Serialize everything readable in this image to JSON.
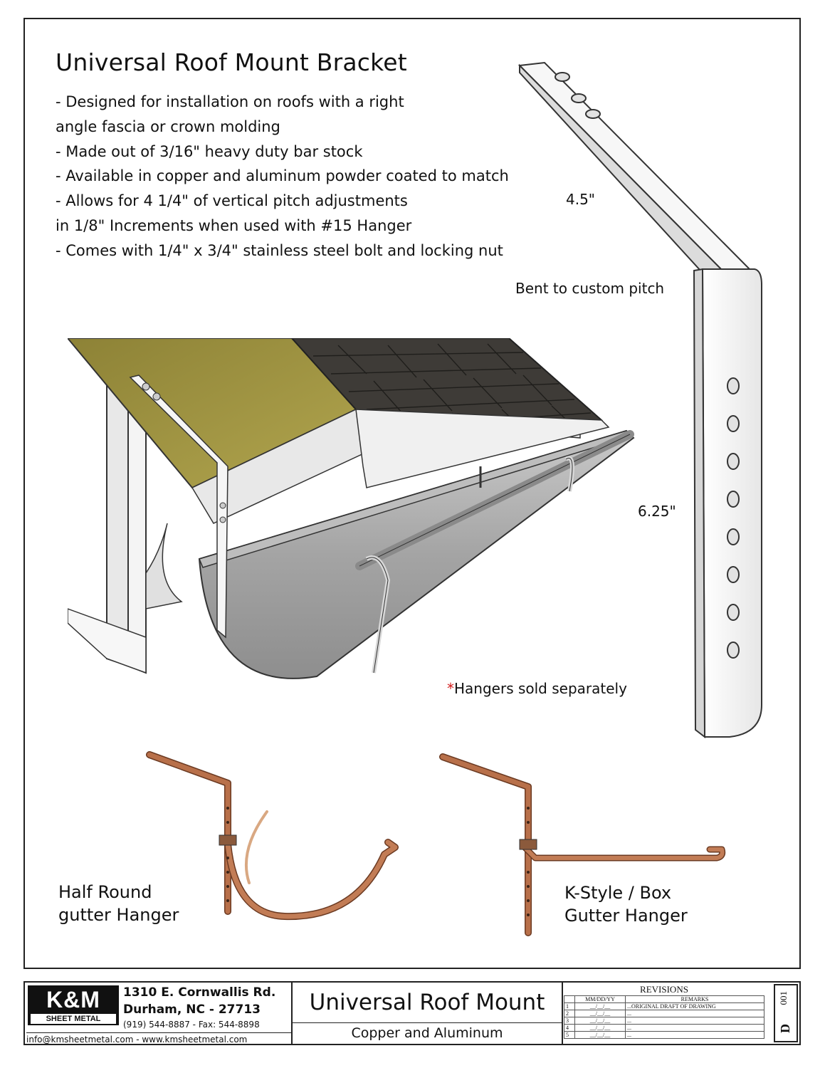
{
  "title": "Universal Roof Mount Bracket",
  "bullets": [
    "- Designed for installation on roofs with a right",
    "angle fascia or crown molding",
    "- Made out of 3/16\" heavy duty bar stock",
    "- Available in copper and aluminum powder coated to match",
    "- Allows for 4 1/4\" of vertical pitch adjustments",
    "in 1/8\" Increments when used with #15 Hanger",
    "- Comes with 1/4\" x 3/4\" stainless steel bolt and locking nut"
  ],
  "dimensions": {
    "top": "4.5\"",
    "side": "6.25\"",
    "bend": "Bent to custom pitch"
  },
  "note": {
    "asterisk": "*",
    "text": "Hangers sold separately"
  },
  "hangers": {
    "half_round": [
      "Half Round",
      "gutter Hanger"
    ],
    "k_style": [
      "K-Style / Box",
      "Gutter Hanger"
    ]
  },
  "title_block": {
    "logo": {
      "mark": "K&M",
      "text": "SHEET METAL"
    },
    "address_line1": "1310 E. Cornwallis Rd.",
    "address_line2": "Durham, NC - 27713",
    "phone": "(919) 544-8887 - Fax: 544-8898",
    "web": "info@kmsheetmetal.com - www.kmsheetmetal.com",
    "drawing_title": "Universal Roof Mount",
    "drawing_subtitle": "Copper and Aluminum",
    "revisions": {
      "heading": "REVISIONS",
      "col_date": "MM/DD/YY",
      "col_remarks": "REMARKS",
      "rows": [
        {
          "num": "1",
          "date": "__/__/__",
          "remark": "...ORIGINAL DRAFT OF DRAWING"
        },
        {
          "num": "2",
          "date": "__/__/__",
          "remark": "..."
        },
        {
          "num": "3",
          "date": "__/__/__",
          "remark": "..."
        },
        {
          "num": "4",
          "date": "__/__/__",
          "remark": "..."
        },
        {
          "num": "5",
          "date": "__/__/__",
          "remark": "..."
        }
      ]
    },
    "sheet_letter": "D",
    "sheet_number": "001"
  },
  "colors": {
    "copper": "#b8704a",
    "shingle": "#3e3b37",
    "plywood": "#9c8f3e",
    "gutter": "#a9a9a9",
    "bracket": "#f2f2f2"
  }
}
